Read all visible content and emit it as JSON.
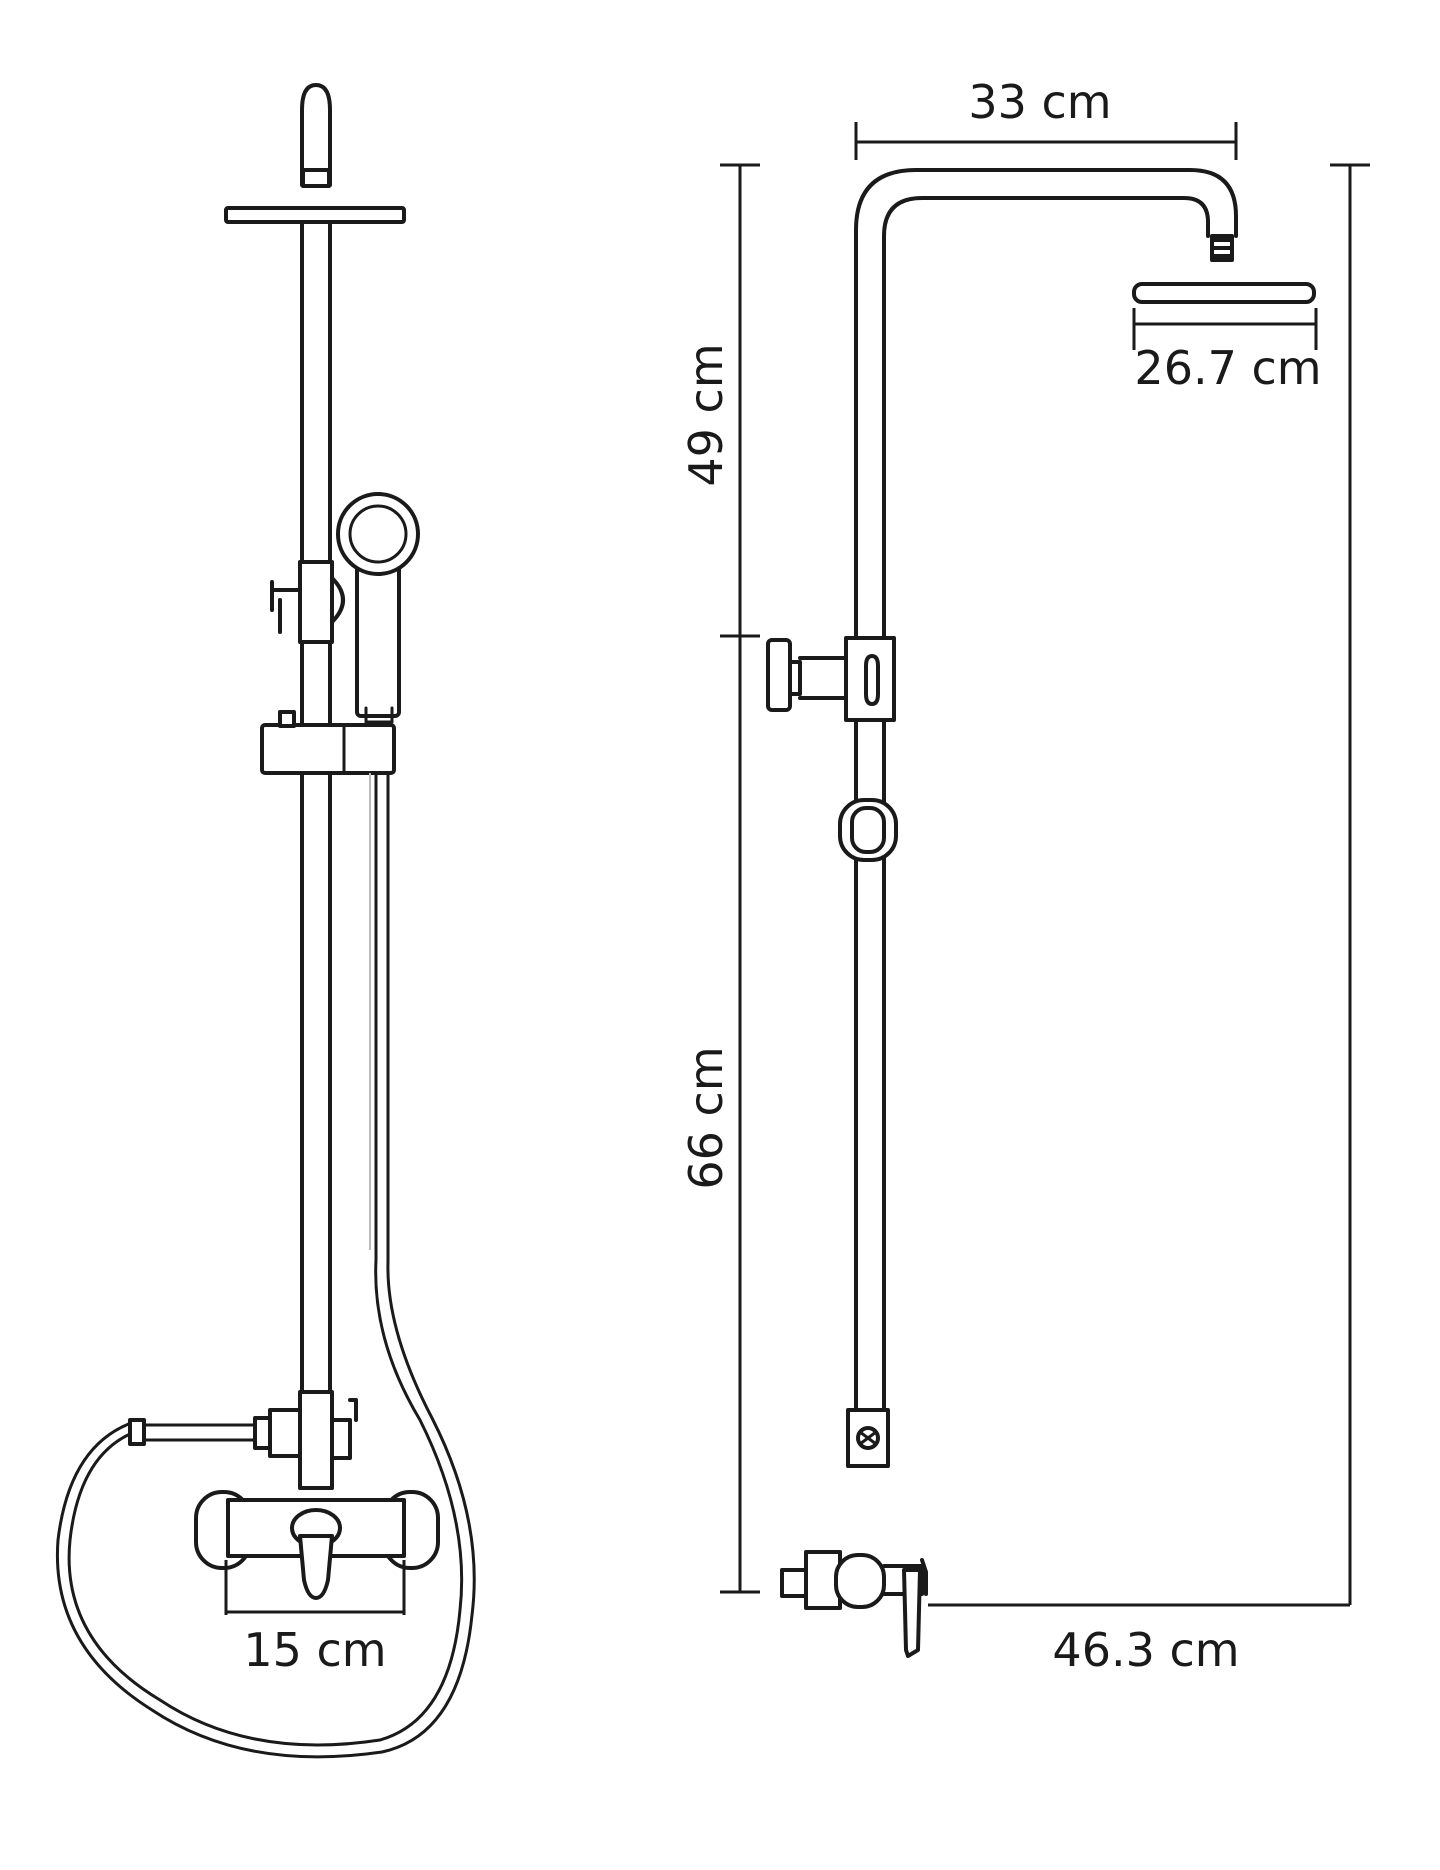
{
  "dimensions": {
    "head_arm_width": "33 cm",
    "head_diameter": "26.7 cm",
    "upper_height": "49 cm",
    "lower_height": "66 cm",
    "mixer_width": "15 cm",
    "total_width": "46.3 cm"
  },
  "colors": {
    "line": "#1a1a1a",
    "background": "#ffffff"
  }
}
